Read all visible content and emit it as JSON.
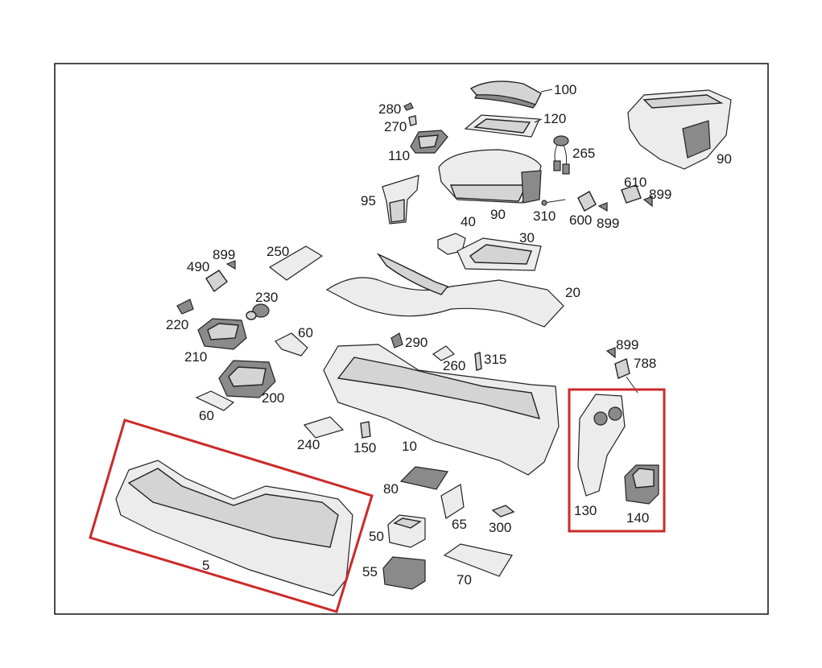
{
  "diagram": {
    "highlight_color": "#cc2a2a",
    "labels": {
      "l100": "100",
      "l120": "120",
      "l280": "280",
      "l270": "270",
      "l110": "110",
      "l265": "265",
      "l90a": "90",
      "l90b": "90",
      "l95": "95",
      "l310": "310",
      "l600": "600",
      "l899a": "899",
      "l610": "610",
      "l899b": "899",
      "l40": "40",
      "l30": "30",
      "l250": "250",
      "l899c": "899",
      "l490": "490",
      "l230": "230",
      "l220": "220",
      "l20": "20",
      "l60a": "60",
      "l210": "210",
      "l290": "290",
      "l260": "260",
      "l315": "315",
      "l899d": "899",
      "l788": "788",
      "l200": "200",
      "l60b": "60",
      "l240": "240",
      "l150": "150",
      "l10": "10",
      "l80": "80",
      "l65": "65",
      "l300": "300",
      "l50": "50",
      "l55": "55",
      "l70": "70",
      "l5": "5",
      "l130": "130",
      "l140": "140"
    }
  }
}
